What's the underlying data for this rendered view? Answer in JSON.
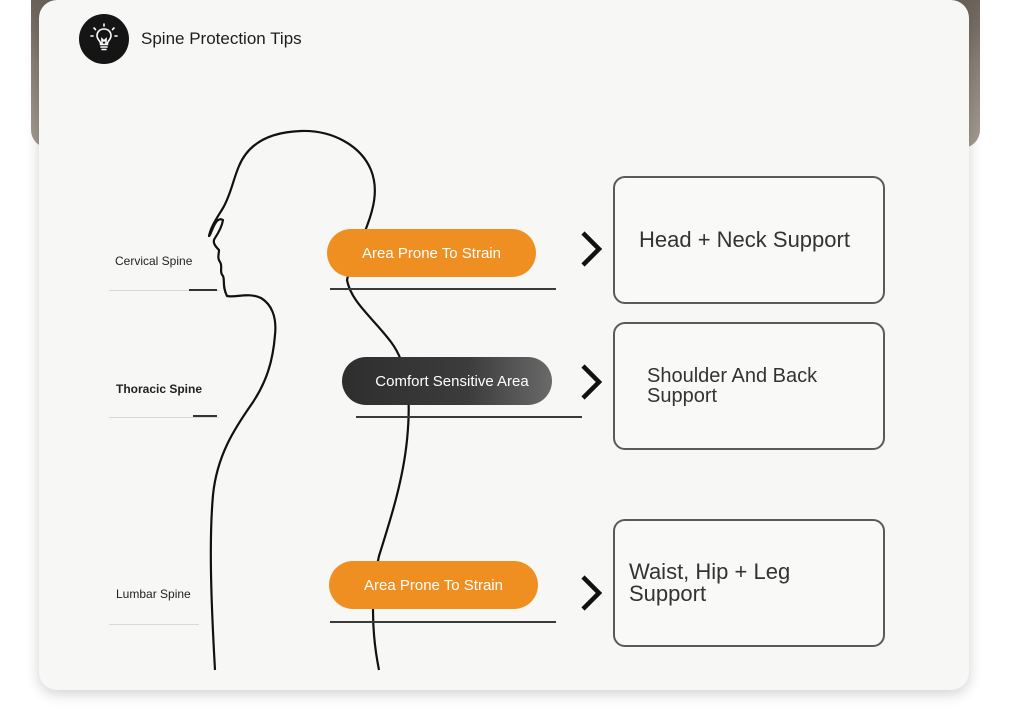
{
  "header": {
    "icon": "lightbulb-icon",
    "title": "Spine Protection Tips"
  },
  "spine_labels": {
    "cervical": "Cervical Spine",
    "thoracic": "Thoracic Spine",
    "lumbar": "Lumbar Spine"
  },
  "areas": {
    "cervical": "Area Prone To Strain",
    "thoracic": "Comfort Sensitive Area",
    "lumbar": "Area Prone To Strain"
  },
  "supports": {
    "head": "Head + Neck Support",
    "shoulder": "Shoulder And Back Support",
    "waist": "Waist, Hip + Leg Support"
  },
  "colors": {
    "strain": "#ef8f22",
    "comfort": "#333333",
    "badge": "#151515"
  }
}
